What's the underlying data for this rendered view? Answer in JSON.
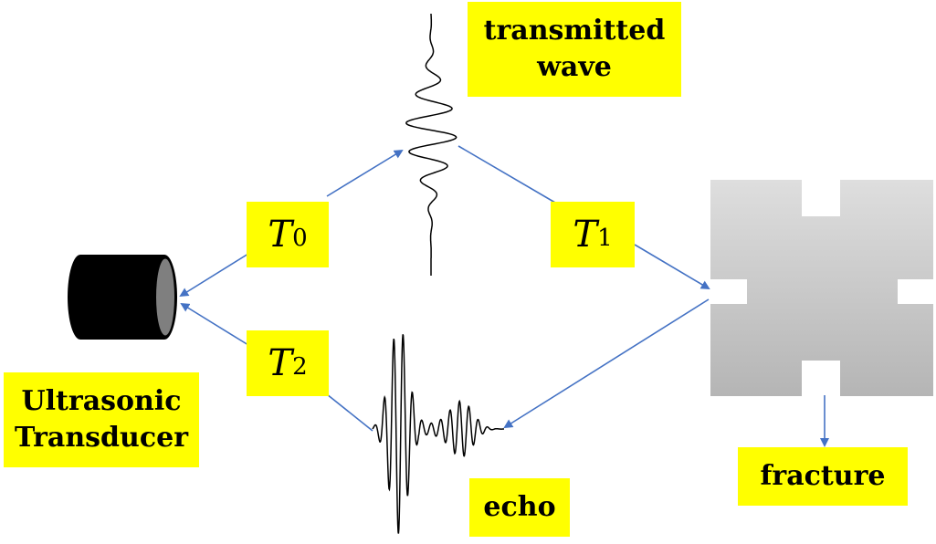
{
  "labels": {
    "transmitted_wave": "transmitted\nwave",
    "ultrasonic_transducer": "Ultrasonic\nTransducer",
    "fracture": "fracture",
    "echo": "echo"
  },
  "times": {
    "t0": {
      "symbol": "T",
      "subscript": "0"
    },
    "t1": {
      "symbol": "T",
      "subscript": "1"
    },
    "t2": {
      "symbol": "T",
      "subscript": "2"
    }
  },
  "colors": {
    "highlight": "#ffff00",
    "arrow": "#4472c4",
    "specimen_light": "#dcdcdc",
    "specimen_dark": "#b8b8b8",
    "transducer": "#000000",
    "transducer_face": "#808080",
    "wave": "#000000"
  }
}
